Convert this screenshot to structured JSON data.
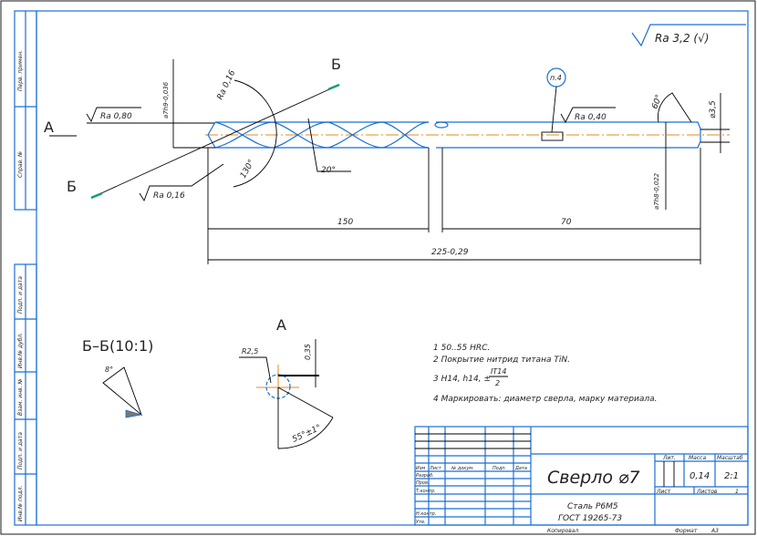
{
  "side_stamps": [
    "Перв. примен.",
    "Справ. №",
    "Подп. и дата",
    "Инв.№ дубл.",
    "Взам. инв. №",
    "Подп. и дата",
    "Инв.№ подл."
  ],
  "roughness_general": "Ra 3,2 (√)",
  "view_labels": {
    "a_arrow": "A",
    "b_top": "Б",
    "b_bottom": "Б",
    "section": "Б–Б(10:1)",
    "view_a": "A"
  },
  "annotations": {
    "ra_080": "Ra 0,80",
    "ra_016_tip": "Ra 0,16",
    "ra_016": "Ra 0,16",
    "ra_040": "Ra 0,40",
    "dia_front": "⌀7h9-0,036",
    "angle_130": "130°",
    "angle_20": "20°",
    "note_ref": "п.4",
    "angle_60": "60°",
    "dia_35": "⌀3,5",
    "dia_shank": "⌀7h8-0,022",
    "dim_150": "150",
    "dim_70": "70",
    "dim_225": "225-0,29",
    "angle_8": "8°",
    "r25": "R2,5",
    "dim_035": "0,35",
    "angle_55": "55°±1°"
  },
  "notes": [
    "1 50..55 HRC.",
    "2 Покрытие нитрид титана TiN.",
    "3 H14, h14, ±",
    "IT14",
    "2",
    "4 Маркировать: диаметр сверла, марку материала."
  ],
  "title_block": {
    "headers": [
      "Изм",
      "Лист",
      "№ докум.",
      "Подп.",
      "Дата"
    ],
    "roles": [
      "Разраб.",
      "Пров.",
      "Т.контр.",
      "",
      "Н.контр.",
      "Утв."
    ],
    "name": "Сверло ⌀7",
    "material_1": "Сталь Р6М5",
    "material_2": "ГОСТ 19265-73",
    "lit_label": "Лит.",
    "mass_label": "Масса",
    "scale_label": "Масштаб",
    "mass": "0,14",
    "scale": "2:1",
    "sheet_label": "Лист",
    "sheets_label": "Листов",
    "sheets": "1",
    "copied": "Копировал",
    "format_label": "Формат",
    "format": "A3"
  }
}
